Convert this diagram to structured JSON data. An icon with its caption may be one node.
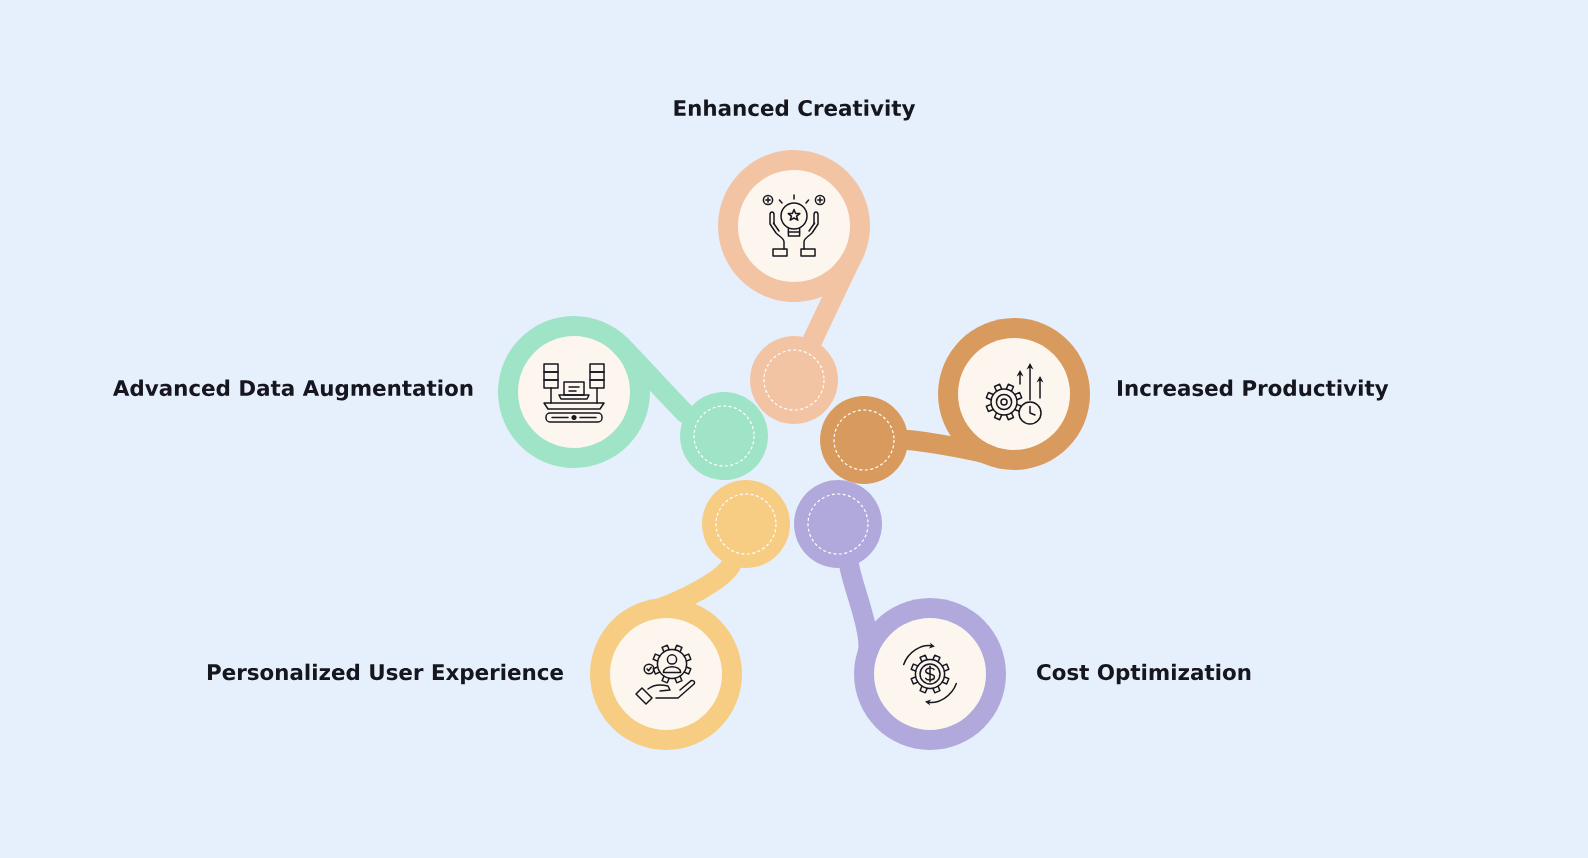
{
  "diagram": {
    "nodes": [
      {
        "text": [
          "Enhanced Creativity"
        ]
      },
      {
        "text": [],
        "shape": "circle"
      },
      {
        "text": [
          "Advanced Data Augmentation"
        ]
      },
      {
        "text": [
          "Increased Productivity"
        ]
      },
      {
        "text": [],
        "shape": "circle"
      },
      {
        "text": [],
        "shape": "circle"
      },
      {
        "text": [],
        "shape": "circle"
      },
      {
        "text": [],
        "shape": "circle"
      },
      {
        "text": [
          "Personalized User Experience"
        ]
      },
      {
        "text": [
          "Cost Optimization"
        ]
      }
    ],
    "edges": [
      {
        "from": 0,
        "to": 1,
        "arrow": "none",
        "color": "#f3c4a4"
      },
      {
        "from": 2,
        "to": 4,
        "arrow": "none",
        "color": "#9fe4c7"
      },
      {
        "from": 3,
        "to": 5,
        "arrow": "none",
        "color": "#d99a5e"
      },
      {
        "from": 8,
        "to": 6,
        "arrow": "none",
        "color": "#f6cd83"
      },
      {
        "from": 9,
        "to": 7,
        "arrow": "none",
        "color": "#b1a9dc"
      }
    ]
  }
}
